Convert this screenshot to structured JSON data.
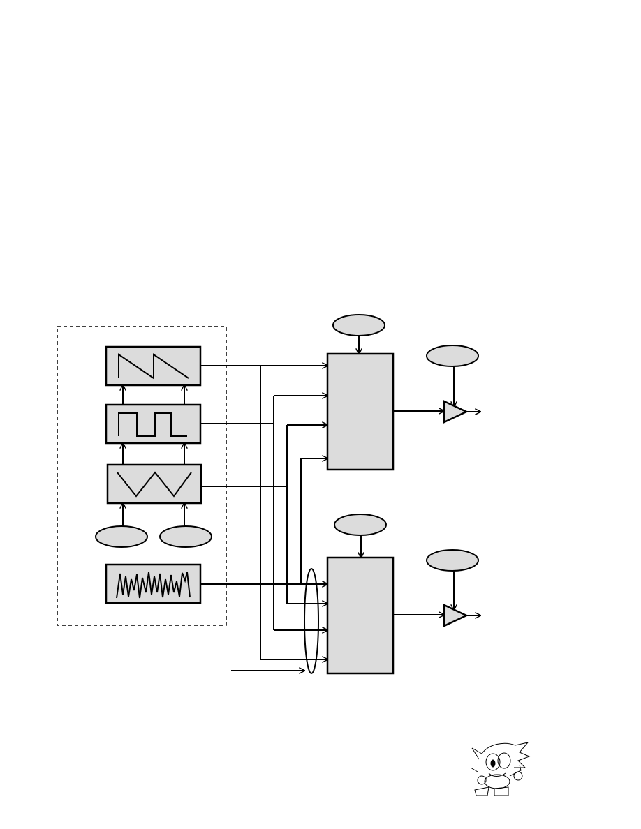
{
  "diagram": {
    "colors": {
      "block_fill": "#dcdcdc",
      "stroke": "#000000",
      "background": "#ffffff"
    },
    "generators": [
      {
        "waveform": "sawtooth"
      },
      {
        "waveform": "square"
      },
      {
        "waveform": "triangle"
      },
      {
        "waveform": "noise"
      }
    ],
    "channels": 2,
    "mascot": {
      "icon": "hedgehog-mascot-icon"
    }
  }
}
